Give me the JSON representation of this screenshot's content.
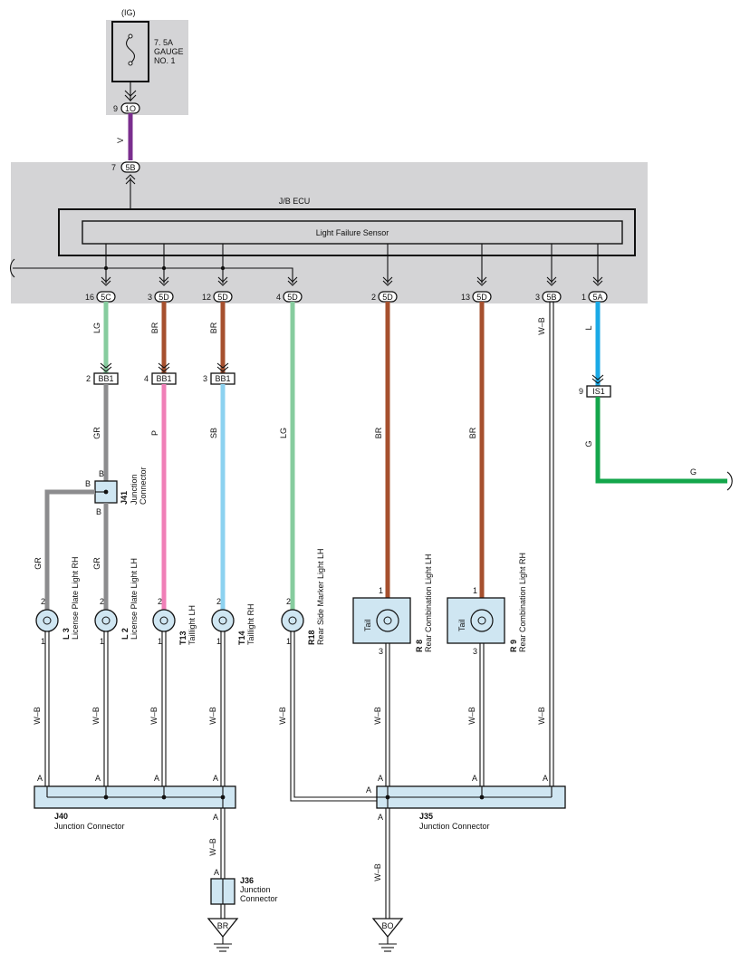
{
  "colors": {
    "panel_gray": "#d4d4d6",
    "wire_V": "#7a2e8e",
    "wire_LG": "#86cc9e",
    "wire_BR": "#a6502e",
    "wire_GR": "#8c8c8e",
    "wire_P": "#f07fb7",
    "wire_SB": "#8cd2f0",
    "wire_L": "#1aa9e6",
    "wire_G": "#14a64b",
    "wire_WB": "#222222",
    "component_fill": "#cfe6f2"
  },
  "fuse": {
    "ig_label": "(IG)",
    "amp": "7. 5A",
    "name1": "GAUGE",
    "name2": "NO. 1",
    "connector": "1O",
    "pin": "9"
  },
  "top_wire": {
    "color_code": "V"
  },
  "ecu": {
    "title": "J/B ECU",
    "sensor": "Light Failure Sensor",
    "input_connector": "5B",
    "input_pin": "7",
    "outputs": [
      {
        "pin": "16",
        "connector": "5C",
        "wire": "LG"
      },
      {
        "pin": "3",
        "connector": "5D",
        "wire": "BR"
      },
      {
        "pin": "12",
        "connector": "5D",
        "wire": "BR"
      },
      {
        "pin": "4",
        "connector": "5D",
        "wire": ""
      },
      {
        "pin": "2",
        "connector": "5D",
        "wire": ""
      },
      {
        "pin": "13",
        "connector": "5D",
        "wire": ""
      },
      {
        "pin": "3",
        "connector": "5B",
        "wire": "W–B"
      },
      {
        "pin": "1",
        "connector": "5A",
        "wire": "L"
      }
    ]
  },
  "bb1": [
    {
      "pin": "2",
      "connector": "BB1",
      "wire_below": "GR"
    },
    {
      "pin": "4",
      "connector": "BB1",
      "wire_below": "P"
    },
    {
      "pin": "3",
      "connector": "BB1",
      "wire_below": "SB"
    }
  ],
  "long_wires": {
    "lg": "LG",
    "br1": "BR",
    "br2": "BR"
  },
  "is1": {
    "pin": "9",
    "connector": "IS1",
    "wire_below": "G",
    "wire_right": "G"
  },
  "j41": {
    "id": "J41",
    "name1": "Junction",
    "name2": "Connector",
    "pin_top": "B",
    "pin_left": "B",
    "pin_bottom": "B",
    "wire_left": "GR",
    "wire_bottom": "GR"
  },
  "lamps": [
    {
      "id": "L 3",
      "name": "License Plate Light RH",
      "pin_top": "2",
      "pin_bottom": "1",
      "wire_below": "W–B"
    },
    {
      "id": "L 2",
      "name": "License Plate Light LH",
      "pin_top": "2",
      "pin_bottom": "1",
      "wire_below": "W–B"
    },
    {
      "id": "T13",
      "name": "Taillight LH",
      "pin_top": "2",
      "pin_bottom": "1",
      "wire_below": "W–B"
    },
    {
      "id": "T14",
      "name": "Taillight RH",
      "pin_top": "2",
      "pin_bottom": "1",
      "wire_below": "W–B"
    },
    {
      "id": "R18",
      "name": "Rear Side Marker Light LH",
      "pin_top": "2",
      "pin_bottom": "1",
      "wire_below": "W–B"
    },
    {
      "id": "R 8",
      "name": "Rear Combination Light LH",
      "inner": "Tail",
      "pin_top": "1",
      "pin_bottom": "3",
      "wire_below": "W–B"
    },
    {
      "id": "R 9",
      "name": "Rear Combination Light RH",
      "inner": "Tail",
      "pin_top": "1",
      "pin_bottom": "3",
      "wire_below": "W–B"
    }
  ],
  "wb_right": "W–B",
  "j40": {
    "id": "J40",
    "name": "Junction Connector",
    "pin": "A"
  },
  "j35": {
    "id": "J35",
    "name": "Junction Connector",
    "pin": "A"
  },
  "j36": {
    "id": "J36",
    "name1": "Junction",
    "name2": "Connector",
    "pin": "A",
    "wire": "W–B"
  },
  "grounds": {
    "left": "BR",
    "right": "BO",
    "right_wire": "W–B"
  }
}
